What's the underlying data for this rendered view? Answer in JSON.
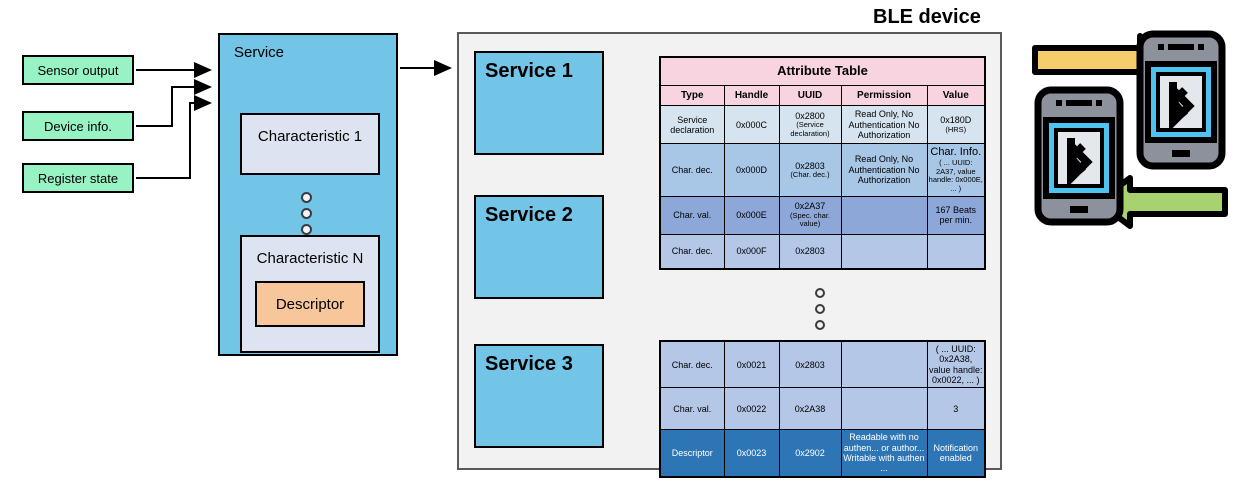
{
  "inputs": [
    {
      "label": "Sensor output"
    },
    {
      "label": "Device info."
    },
    {
      "label": "Register state"
    }
  ],
  "service": {
    "title": "Service",
    "characteristic_first": "Characteristic 1",
    "characteristic_last": "Characteristic N",
    "descriptor": "Descriptor",
    "ellipsis": "vertical-dots"
  },
  "ble": {
    "title": "BLE device",
    "services": [
      "Service 1",
      "Service 2",
      "Service 3"
    ],
    "ellipsis": "vertical-dots"
  },
  "attribute_table": {
    "title": "Attribute Table",
    "headers": [
      "Type",
      "Handle",
      "UUID",
      "Permission",
      "Value"
    ],
    "rows_top": [
      {
        "type": "Service declaration",
        "handle": "0x000C",
        "uuid_main": "0x2800",
        "uuid_sub": "(Service declaration)",
        "permission": "Read Only, No Authentication No Authorization",
        "value_main": "0x180D",
        "value_sub": "(HRS)",
        "shade": "c1"
      },
      {
        "type": "Char. dec.",
        "handle": "0x000D",
        "uuid_main": "0x2803",
        "uuid_sub": "(Char. dec.)",
        "permission": "Read Only, No Authentication No Authorization",
        "value_main": "Char. Info.",
        "value_sub": "( ... UUID: 2A37, value handle: 0x000E, ... )",
        "shade": "c2"
      },
      {
        "type": "Char. val.",
        "handle": "0x000E",
        "uuid_main": "0x2A37",
        "uuid_sub": "(Spec. char. value)",
        "permission": "",
        "value_main": "",
        "value_sub": "167 Beats per min.",
        "shade": "c3"
      },
      {
        "type": "Char. dec.",
        "handle": "0x000F",
        "uuid_main": "0x2803",
        "uuid_sub": "",
        "permission": "",
        "value_main": "",
        "value_sub": "",
        "shade": "c4"
      }
    ],
    "rows_bottom": [
      {
        "type": "Char. dec.",
        "handle": "0x0021",
        "uuid_main": "0x2803",
        "uuid_sub": "",
        "permission": "",
        "value_main": "",
        "value_sub": "( ... UUID: 0x2A38, value handle: 0x0022, ... )",
        "shade": "c4"
      },
      {
        "type": "Char. val.",
        "handle": "0x0022",
        "uuid_main": "0x2A38",
        "uuid_sub": "",
        "permission": "",
        "value_main": "3",
        "value_sub": "",
        "shade": "c4"
      },
      {
        "type": "Descriptor",
        "handle": "0x0023",
        "uuid_main": "0x2902",
        "uuid_sub": "",
        "permission": "Readable with no authen... or author... Writable with authen ...",
        "value_main": "",
        "value_sub": "Notification enabled",
        "shade": "c5"
      }
    ]
  },
  "colors": {
    "green": "#97f3c4",
    "service_blue": "#73c5e8",
    "characteristic": "#dde3f0",
    "descriptor": "#f7c79b",
    "table_header": "#f8d3e0",
    "panel_bg": "#f2f2f2",
    "arrow_send": "#f5cd6a",
    "arrow_recv": "#a8d270",
    "phone_screen": "#4ec3f0"
  },
  "phones": {
    "arrow_out": "right-arrow-icon",
    "arrow_in": "left-arrow-icon",
    "device_top": "smartphone-bluetooth-icon",
    "device_bottom": "smartphone-bluetooth-icon"
  }
}
